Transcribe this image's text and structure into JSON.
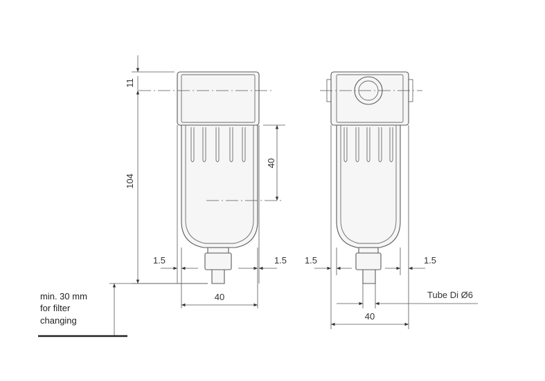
{
  "dimensions": {
    "cap_height": "11",
    "total_height": "104",
    "bowl_depth": "40",
    "left_clearance": "1.5",
    "right_clearance": "1.5",
    "side_left_clearance": "1.5",
    "side_right_clearance": "1.5",
    "front_width": "40",
    "side_width": "40"
  },
  "labels": {
    "tube": "Tube Di Ø6",
    "clearance_line1": "min. 30 mm",
    "clearance_line2": "for filter",
    "clearance_line3": "changing"
  },
  "views": [
    "front-view",
    "side-view"
  ]
}
